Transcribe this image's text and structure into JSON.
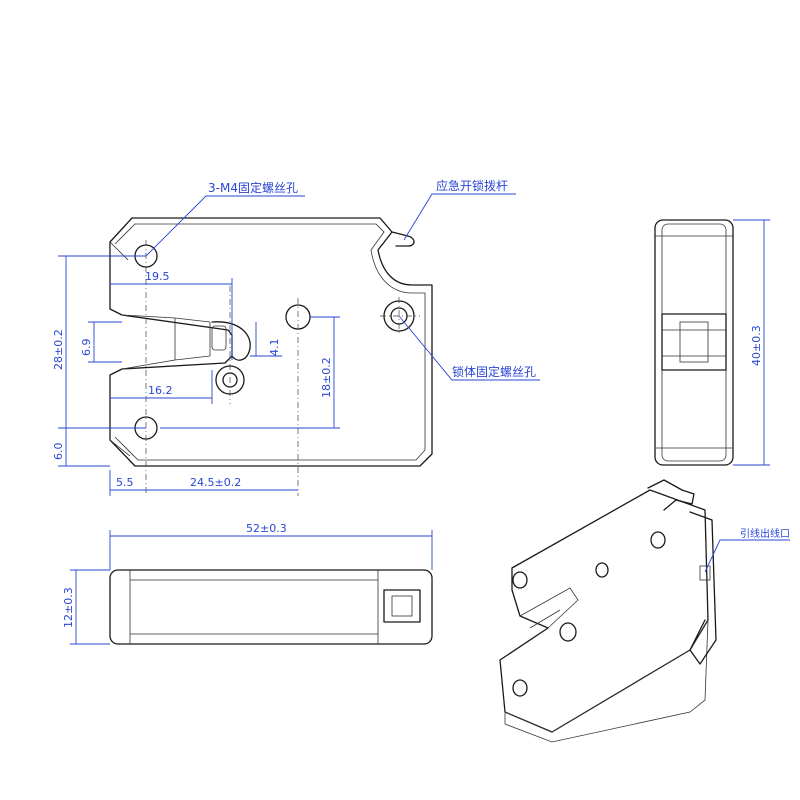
{
  "callouts": {
    "mounting_holes": "3-M4固定螺丝孔",
    "emergency_lever": "应急开锁拨杆",
    "body_screw_hole": "锁体固定螺丝孔",
    "wire_outlet": "引线出线口"
  },
  "dimensions": {
    "d_19_5": "19.5",
    "d_28": "28±0.2",
    "d_6_9": "6.9",
    "d_4_1": "4.1",
    "d_16_2": "16.2",
    "d_18": "18±0.2",
    "d_6_0": "6.0",
    "d_5_5": "5.5",
    "d_24_5": "24.5±0.2",
    "d_40": "40±0.3",
    "d_52": "52±0.3",
    "d_12": "12±0.3"
  },
  "colors": {
    "dimension": "#2a46d6",
    "outline": "#1a1a1a"
  }
}
